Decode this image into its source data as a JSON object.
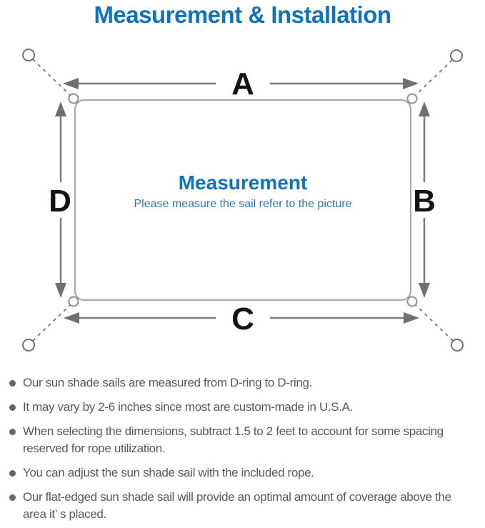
{
  "title": "Measurement & Installation",
  "diagram": {
    "labels": {
      "a": "A",
      "b": "B",
      "c": "C",
      "d": "D"
    },
    "center_title": "Measurement",
    "center_subtitle": "Please measure the sail refer to the picture"
  },
  "notes": [
    "Our sun shade sails are measured from D-ring to D-ring.",
    "It may vary by 2-6 inches since most are custom-made in U.S.A.",
    "When selecting the dimensions, subtract 1.5 to 2 feet to account for some spacing reserved for rope utilization.",
    "You can adjust the sun shade sail with the included rope.",
    "Our flat-edged sun shade sail will provide an optimal amount of coverage above the area it’ s placed."
  ],
  "colors": {
    "title_blue": "#1172ba",
    "subtitle_blue": "#2d77b5",
    "label_black": "#141414",
    "line_gray": "#7a7d80",
    "arrowhead_gray": "#6d7073",
    "outline_gray": "#a6a6a6",
    "ring_gray": "#707376",
    "note_text_gray": "#58595a",
    "bullet_gray": "#656567"
  }
}
